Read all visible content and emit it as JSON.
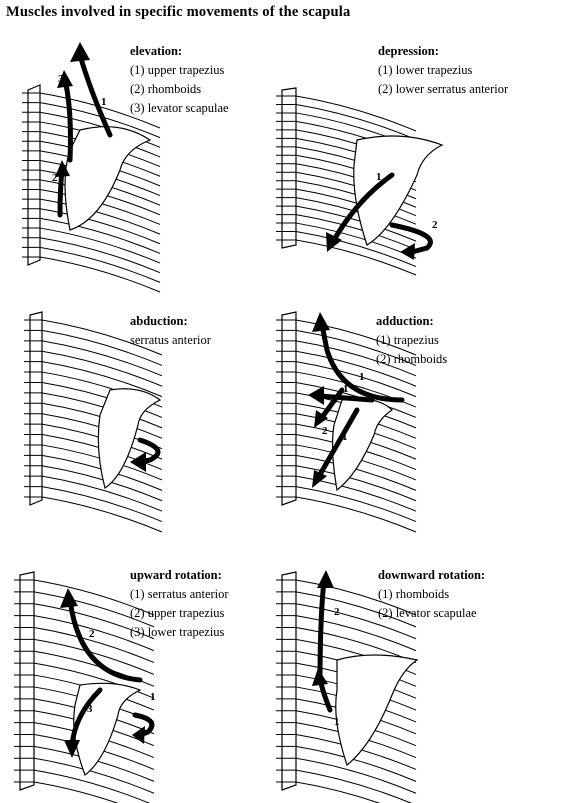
{
  "title": "Muscles involved in specific movements of the scapula",
  "panels": [
    {
      "name": "elevation",
      "heading": "elevation:",
      "items": [
        "(1) upper trapezius",
        "(2) rhomboids",
        "(3) levator scapulae"
      ],
      "arrow_labels": [
        "1",
        "2",
        "3"
      ]
    },
    {
      "name": "depression",
      "heading": "depression:",
      "items": [
        "(1) lower trapezius",
        "(2) lower serratus anterior"
      ],
      "arrow_labels": [
        "1",
        "2"
      ]
    },
    {
      "name": "abduction",
      "heading": "abduction:",
      "items": [
        "serratus anterior"
      ],
      "arrow_labels": []
    },
    {
      "name": "adduction",
      "heading": "adduction:",
      "items": [
        "(1) trapezius",
        "(2) rhomboids"
      ],
      "arrow_labels": [
        "1",
        "1",
        "2",
        "1"
      ]
    },
    {
      "name": "upward-rotation",
      "heading": "upward rotation:",
      "items": [
        "(1) serratus anterior",
        "(2) upper trapezius",
        "(3) lower trapezius"
      ],
      "arrow_labels": [
        "1",
        "2",
        "3"
      ]
    },
    {
      "name": "downward-rotation",
      "heading": "downward rotation:",
      "items": [
        "(1) rhomboids",
        "(2) levator scapulae"
      ],
      "arrow_labels": [
        "2",
        "1"
      ]
    }
  ]
}
